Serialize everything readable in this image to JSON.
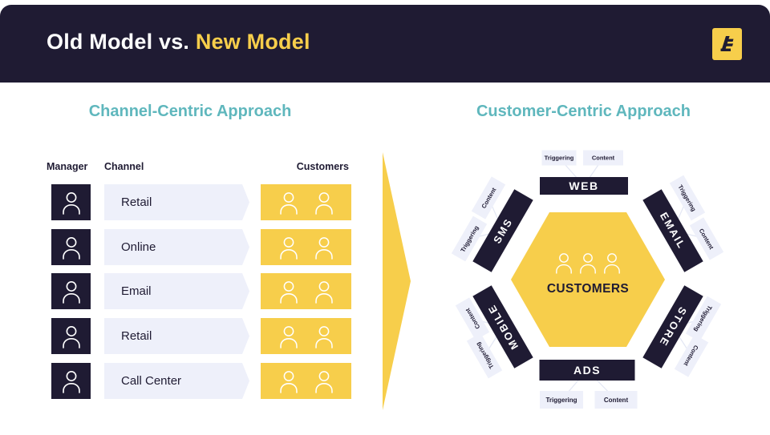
{
  "header": {
    "title_old": "Old Model vs. ",
    "title_new": "New Model"
  },
  "left": {
    "heading": "Channel-Centric Approach",
    "columns": [
      "Manager",
      "Channel",
      "Customers"
    ],
    "rows": [
      "Retail",
      "Online",
      "Email",
      "Retail",
      "Call Center"
    ]
  },
  "right": {
    "heading": "Customer-Centric Approach",
    "center_label": "CUSTOMERS",
    "channels": [
      {
        "name": "WEB",
        "triggering": "Triggering",
        "content": "Content"
      },
      {
        "name": "EMAIL",
        "triggering": "Triggering",
        "content": "Content"
      },
      {
        "name": "STORE",
        "triggering": "Triggering",
        "content": "Content"
      },
      {
        "name": "ADS",
        "triggering": "Triggering",
        "content": "Content"
      },
      {
        "name": "MOBILE",
        "triggering": "Triggering",
        "content": "Content"
      },
      {
        "name": "SMS",
        "triggering": "Triggering",
        "content": "Content"
      }
    ]
  },
  "colors": {
    "navy": "#1F1B33",
    "yellow": "#F7CE4B",
    "teal": "#5FB7BD",
    "lavender": "#EEF0FA"
  }
}
